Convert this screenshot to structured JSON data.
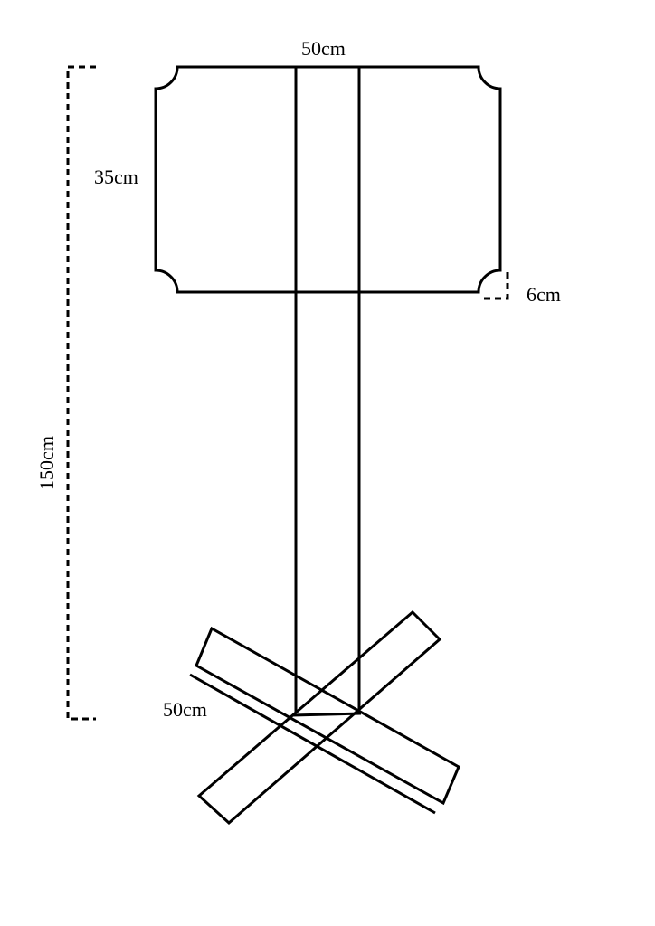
{
  "labels": {
    "board_width": "50cm",
    "board_height": "35cm",
    "corner_radius": "6cm",
    "total_height": "150cm",
    "base_width": "50cm"
  },
  "colors": {
    "stroke": "#000000",
    "background": "#ffffff"
  }
}
